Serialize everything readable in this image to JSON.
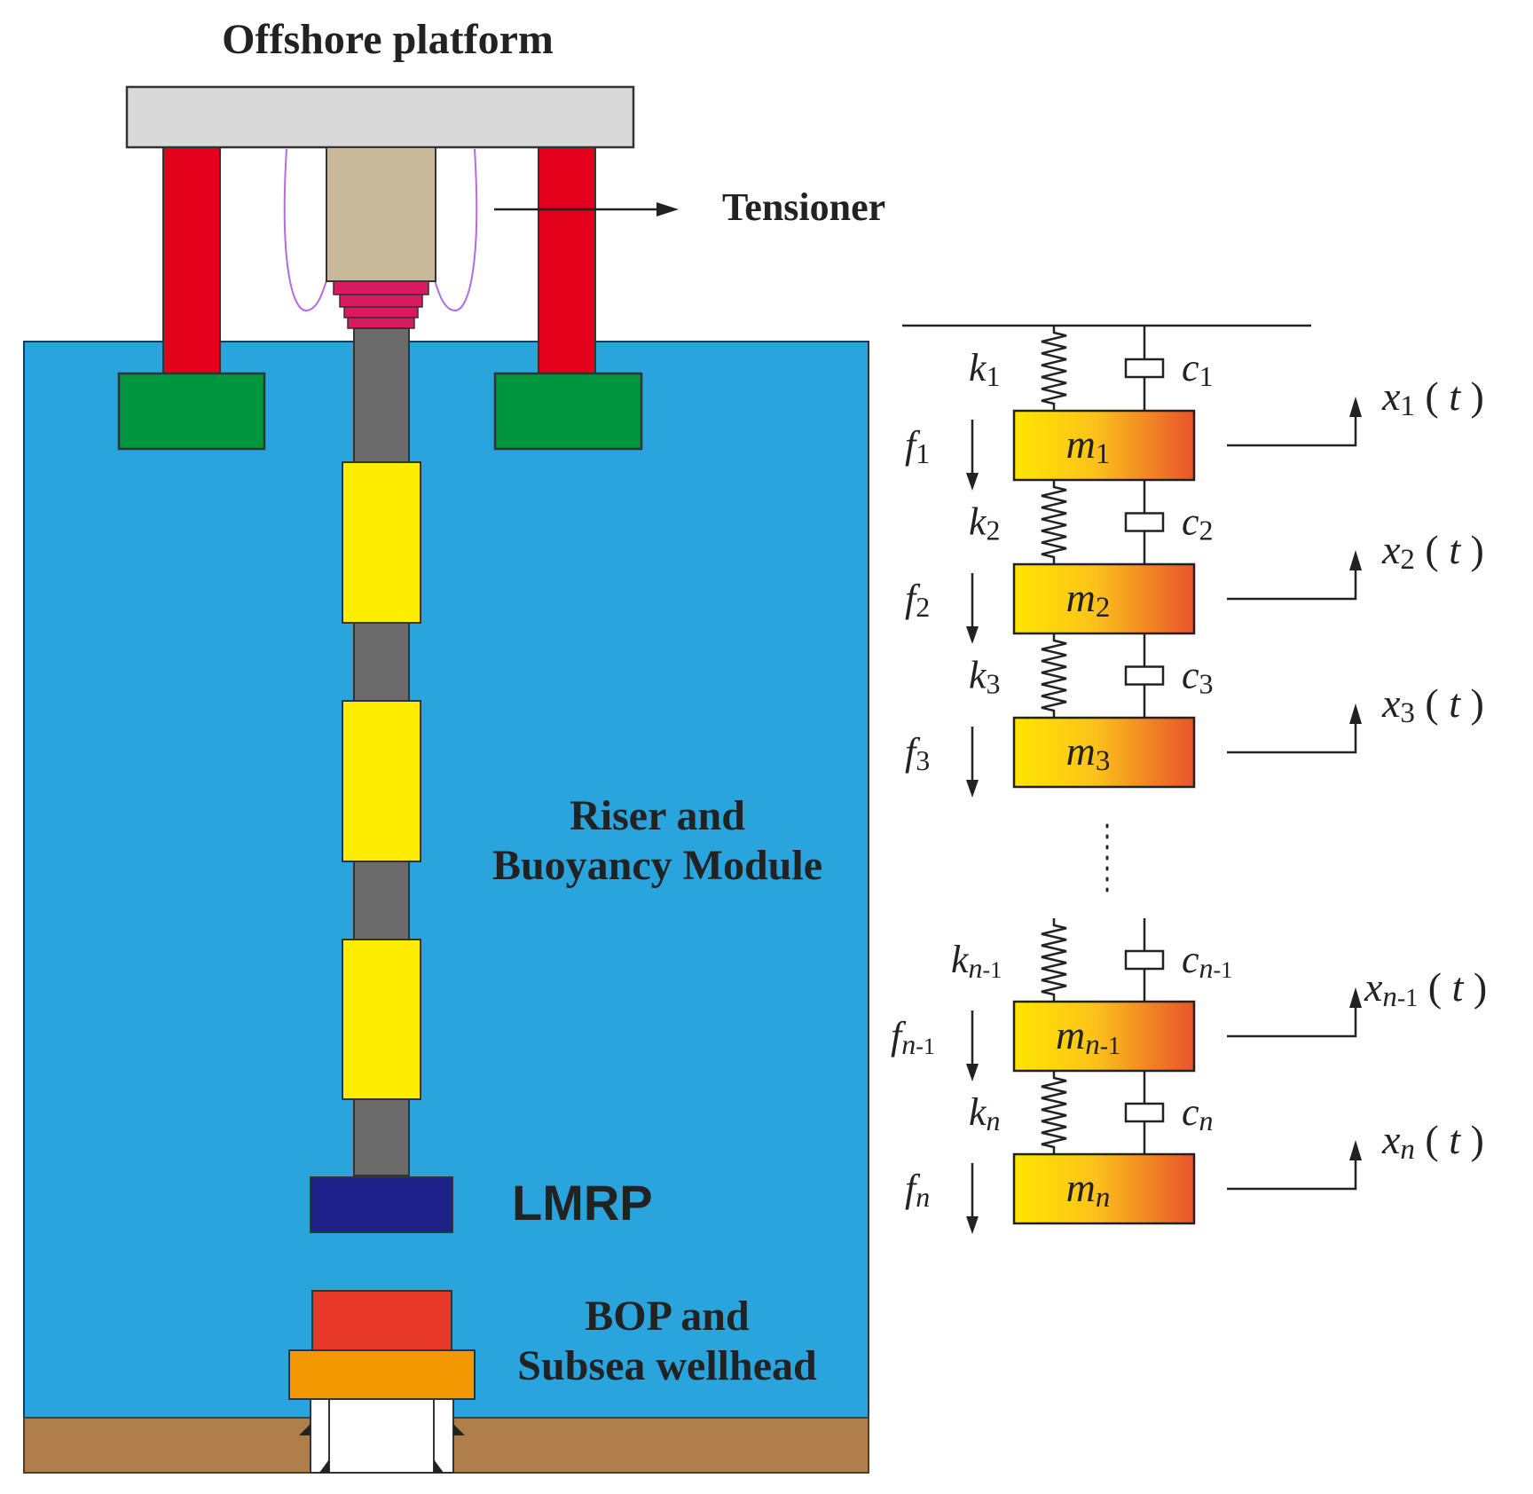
{
  "labels": {
    "offshore_platform": "Offshore platform",
    "tensioner": "Tensioner",
    "riser_line1": "Riser and",
    "riser_line2": "Buoyancy Module",
    "lmrp": "LMRP",
    "bop_line1": "BOP and",
    "bop_line2": "Subsea wellhead"
  },
  "colors": {
    "sea": "#29A4DD",
    "seabed": "#B07E4A",
    "platform_deck": "#D9D9D9",
    "platform_legs": "#E2001A",
    "pontoons": "#009640",
    "tensioner_body": "#C8B99B",
    "tensioner_ring": "#D81B60",
    "tensioner_cable": "#B36AE2",
    "riser": "#6B6B6B",
    "buoyancy_module": "#FFED00",
    "lmrp": "#1D2088",
    "bop": "#E83828",
    "wellhead": "#F39800",
    "mass_gradient_start": "#FFE600",
    "mass_gradient_end": "#E8532C"
  },
  "model": {
    "ellipsis": "......",
    "paren_open": "(",
    "paren_close": ")",
    "t_symbol": "t",
    "stages": [
      {
        "k": "k",
        "k_sub": "1",
        "c": "c",
        "c_sub": "1",
        "f": "f",
        "f_sub": "1",
        "m": "m",
        "m_sub": "1",
        "x": "x",
        "x_sub": "1"
      },
      {
        "k": "k",
        "k_sub": "2",
        "c": "c",
        "c_sub": "2",
        "f": "f",
        "f_sub": "2",
        "m": "m",
        "m_sub": "2",
        "x": "x",
        "x_sub": "2"
      },
      {
        "k": "k",
        "k_sub": "3",
        "c": "c",
        "c_sub": "3",
        "f": "f",
        "f_sub": "3",
        "m": "m",
        "m_sub": "3",
        "x": "x",
        "x_sub": "3"
      },
      {
        "k": "k",
        "k_sub": "n",
        "k_sub2": "-1",
        "c": "c",
        "c_sub": "n",
        "c_sub2": "-1",
        "f": "f",
        "f_sub": "n",
        "f_sub2": "-1",
        "m": "m",
        "m_sub": "n",
        "m_sub2": "-1",
        "x": "x",
        "x_sub": "n",
        "x_sub2": "-1"
      },
      {
        "k": "k",
        "k_sub": "n",
        "c": "c",
        "c_sub": "n",
        "f": "f",
        "f_sub": "n",
        "m": "m",
        "m_sub": "n",
        "x": "x",
        "x_sub": "n"
      }
    ]
  }
}
